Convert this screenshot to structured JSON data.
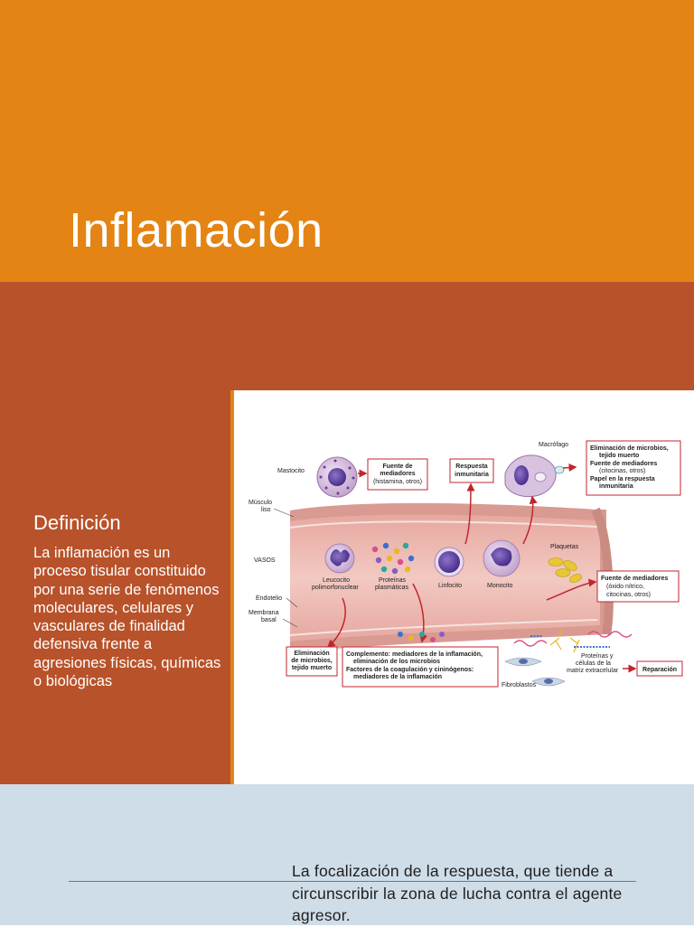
{
  "slide1": {
    "title": "Inflamación"
  },
  "slide2": {
    "heading": "Definición",
    "body": "La inflamación es un proceso tisular constituido por una serie de fenómenos moleculares, celulares y vasculares de finalidad defensiva frente a agresiones físicas, químicas o biológicas",
    "diagram": {
      "labels": {
        "mastocito": "Mastocito",
        "musculo": [
          "Músculo",
          "liso"
        ],
        "vasos": "VASOS",
        "endotelio": "Endotelio",
        "membrana": [
          "Membrana",
          "basal"
        ],
        "leucocito": [
          "Leucocito",
          "polimorfonuclear"
        ],
        "proteinas": [
          "Proteínas",
          "plasmáticas"
        ],
        "linfocito": "Linfocito",
        "monocito": "Monocito",
        "plaquetas": "Plaquetas",
        "macrofago": "Macrófago",
        "fibroblastos": "Fibroblastos",
        "matriz": [
          "Proteínas y",
          "células de la",
          "matriz extracelular"
        ]
      },
      "boxes": {
        "fuente1": [
          "Fuente de",
          "mediadores",
          "(histamina, otros)"
        ],
        "respuesta": [
          "Respuesta",
          "inmunitaria"
        ],
        "macrofago_box": [
          "Eliminación de microbios,",
          "tejido muerto",
          "Fuente de mediadores",
          "(citocinas, otros)",
          "Papel en la respuesta",
          "inmunitaria"
        ],
        "fuente2": [
          "Fuente de mediadores",
          "(óxido nítrico,",
          "citocinas, otros)"
        ],
        "eliminacion": [
          "Eliminación",
          "de microbios,",
          "tejido muerto"
        ],
        "complemento": [
          "Complemento: mediadores de la inflamación,",
          "eliminación de los microbios",
          "Factores de la coagulación y cininógenos:",
          "mediadores de la inflamación"
        ],
        "reparacion": "Reparación"
      }
    }
  },
  "slide3": {
    "text": "La focalización de la respuesta, que tiende a circunscribir la zona de lucha contra el agente agresor."
  }
}
